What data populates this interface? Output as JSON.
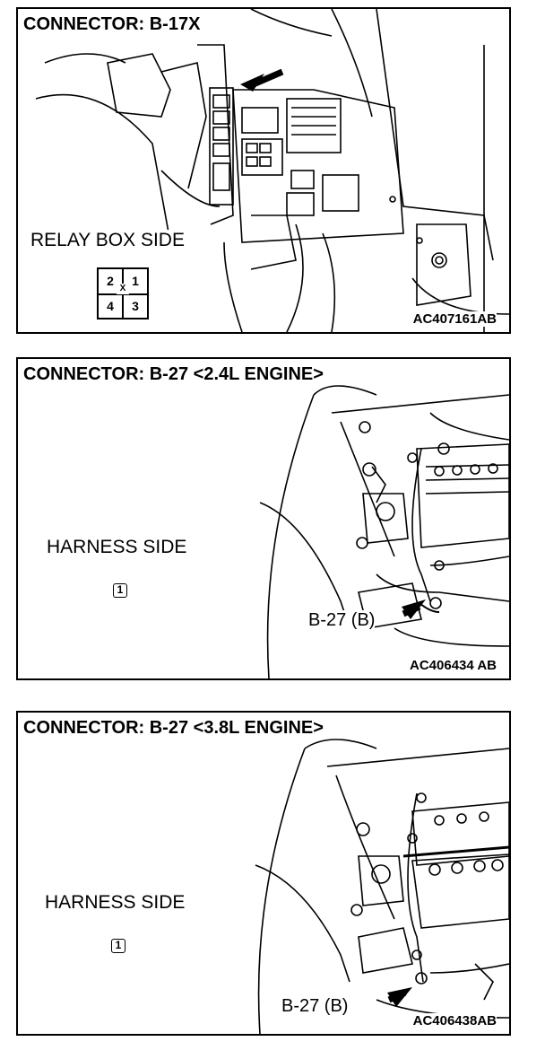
{
  "panels": [
    {
      "title": "CONNECTOR: B-17X",
      "side_label": "RELAY BOX SIDE",
      "code": "AC407161AB",
      "connector_pins": {
        "top_left": "2",
        "top_right": "1",
        "bottom_left": "4",
        "bottom_right": "3",
        "center_mark": "X"
      }
    },
    {
      "title": "CONNECTOR: B-27 <2.4L ENGINE>",
      "side_label": "HARNESS SIDE",
      "pin": "1",
      "callout": "B-27 (B)",
      "code": "AC406434 AB"
    },
    {
      "title": "CONNECTOR: B-27 <3.8L ENGINE>",
      "side_label": "HARNESS SIDE",
      "pin": "1",
      "callout": "B-27 (B)",
      "code": "AC406438AB"
    }
  ]
}
